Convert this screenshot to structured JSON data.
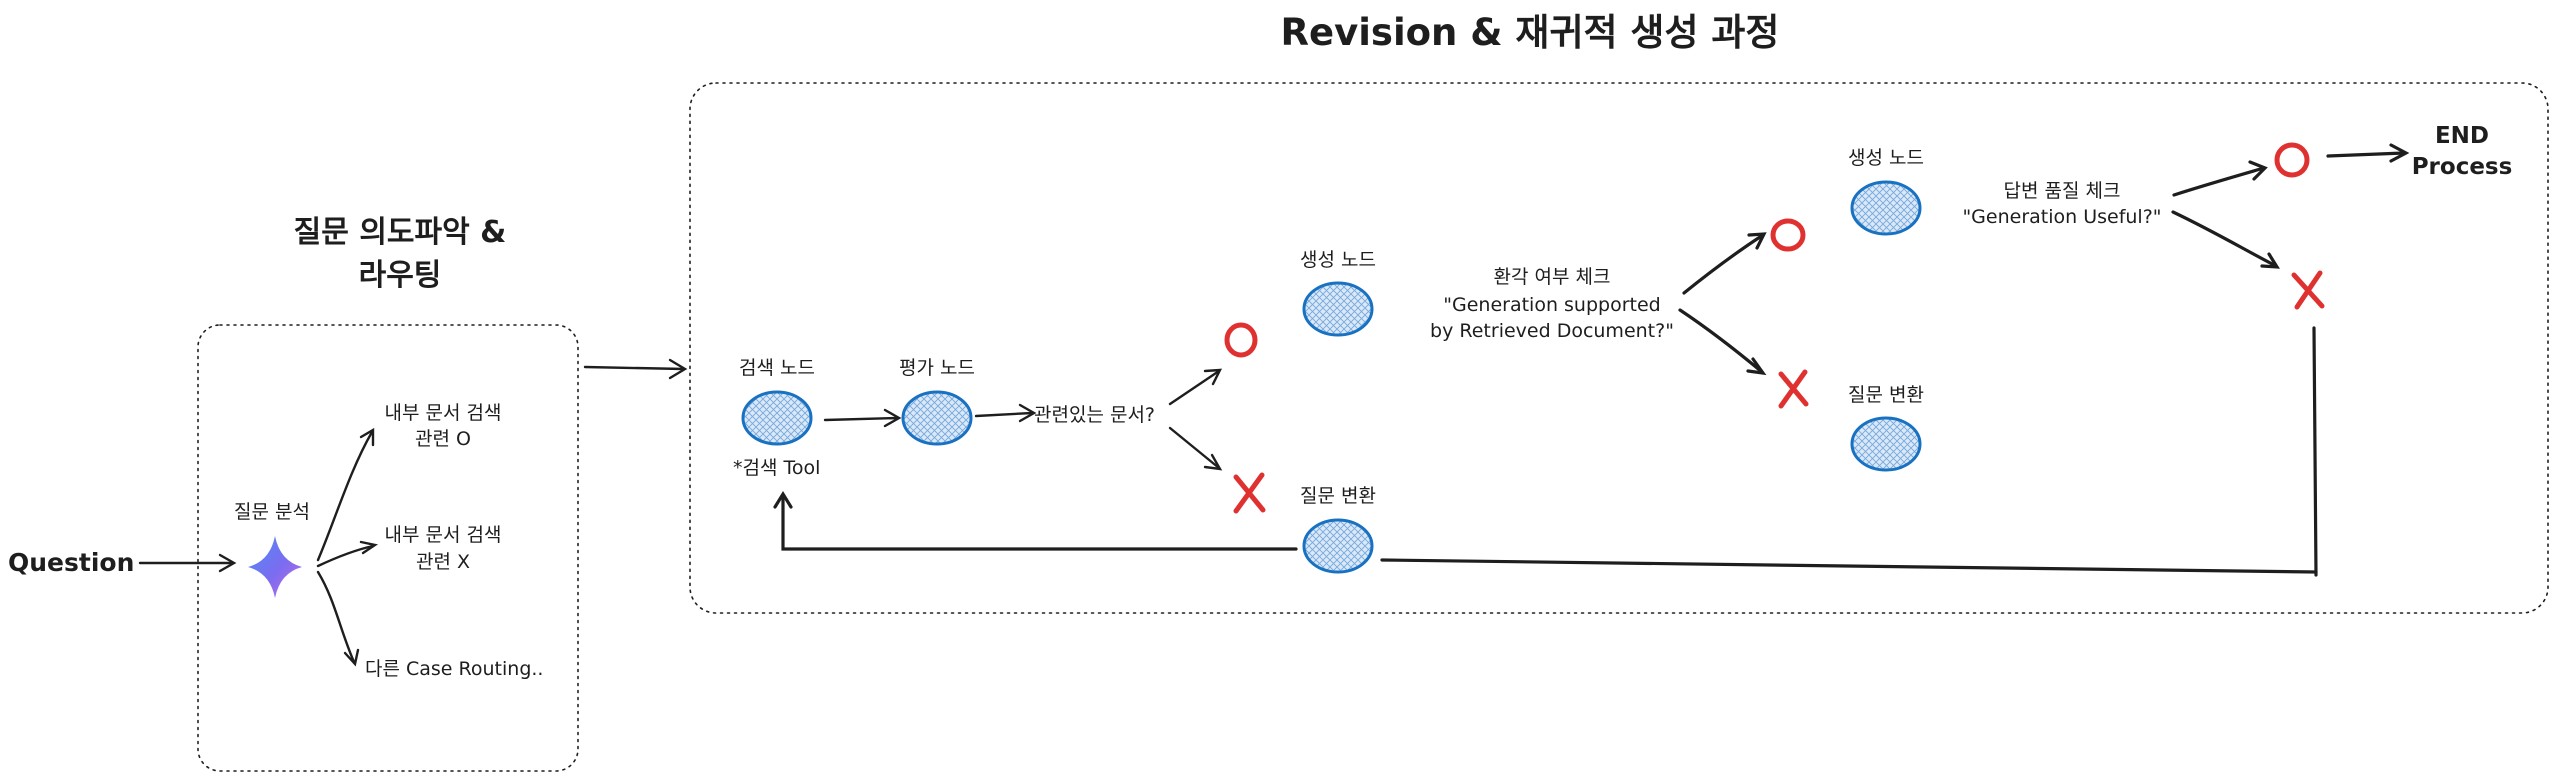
{
  "colors": {
    "accent": "#1971c2",
    "reject": "#e03131",
    "ink": "#1e1e1e"
  },
  "titles": {
    "main": "Revision & 재귀적 생성 과정",
    "routing_line1": "질문 의도파악 &",
    "routing_line2": "라우팅"
  },
  "inputs": {
    "question": "Question"
  },
  "routing": {
    "analysis_label": "질문 분석",
    "analysis_icon": "gemini-sparkle-icon",
    "branch_relevant_line1": "내부 문서 검색",
    "branch_relevant_line2": "관련 O",
    "branch_irrelevant_line1": "내부 문서 검색",
    "branch_irrelevant_line2": "관련 X",
    "branch_other": "다른 Case Routing.."
  },
  "nodes": {
    "search": "검색 노드",
    "search_tool": "*검색 Tool",
    "eval": "평가 노드",
    "relevance_question": "관련있는 문서?",
    "generate_1": "생성 노드",
    "rewrite_1": "질문 변환",
    "generate_2": "생성 노드",
    "rewrite_2": "질문 변환"
  },
  "checks": {
    "hallucination_title": "환각 여부 체크",
    "hallucination_line1": "\"Generation supported",
    "hallucination_line2": "by Retrieved Document?\"",
    "quality_title": "답변 품질 체크",
    "quality_question": "\"Generation Useful?\""
  },
  "end": {
    "line1": "END",
    "line2": "Process"
  }
}
